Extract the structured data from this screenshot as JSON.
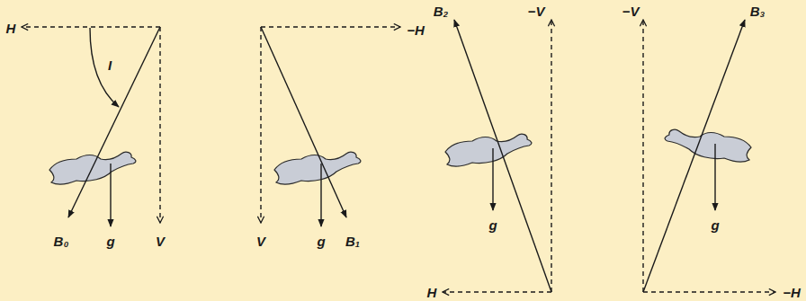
{
  "diagram": {
    "labels": [
      "H",
      "I",
      "B₀",
      "g",
      "V",
      "−H",
      "V",
      "g",
      "B₁",
      "B₂",
      "−V",
      "g",
      "H",
      "−V",
      "B₃",
      "g",
      "−H"
    ]
  }
}
